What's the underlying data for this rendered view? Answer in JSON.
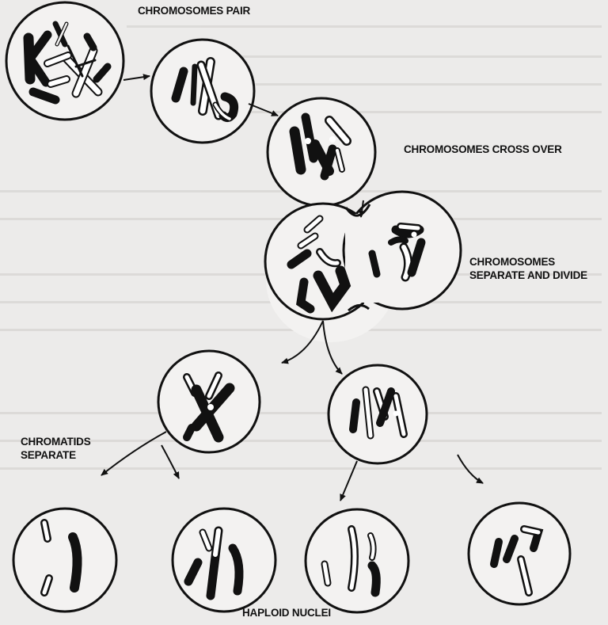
{
  "labels": {
    "pair": "CHROMOSOMES PAIR",
    "cross": "CHROMOSOMES CROSS OVER",
    "separate_1": "CHROMOSOMES",
    "separate_2": "SEPARATE AND DIVIDE",
    "chromatids_1": "CHROMATIDS",
    "chromatids_2": "SEPARATE",
    "haploid": "HAPLOID NUCLEI"
  },
  "colors": {
    "background": "#ecebea",
    "ink": "#111111",
    "cell_fill": "#f3f2f1",
    "bleed_text": "#b9b7b4"
  }
}
